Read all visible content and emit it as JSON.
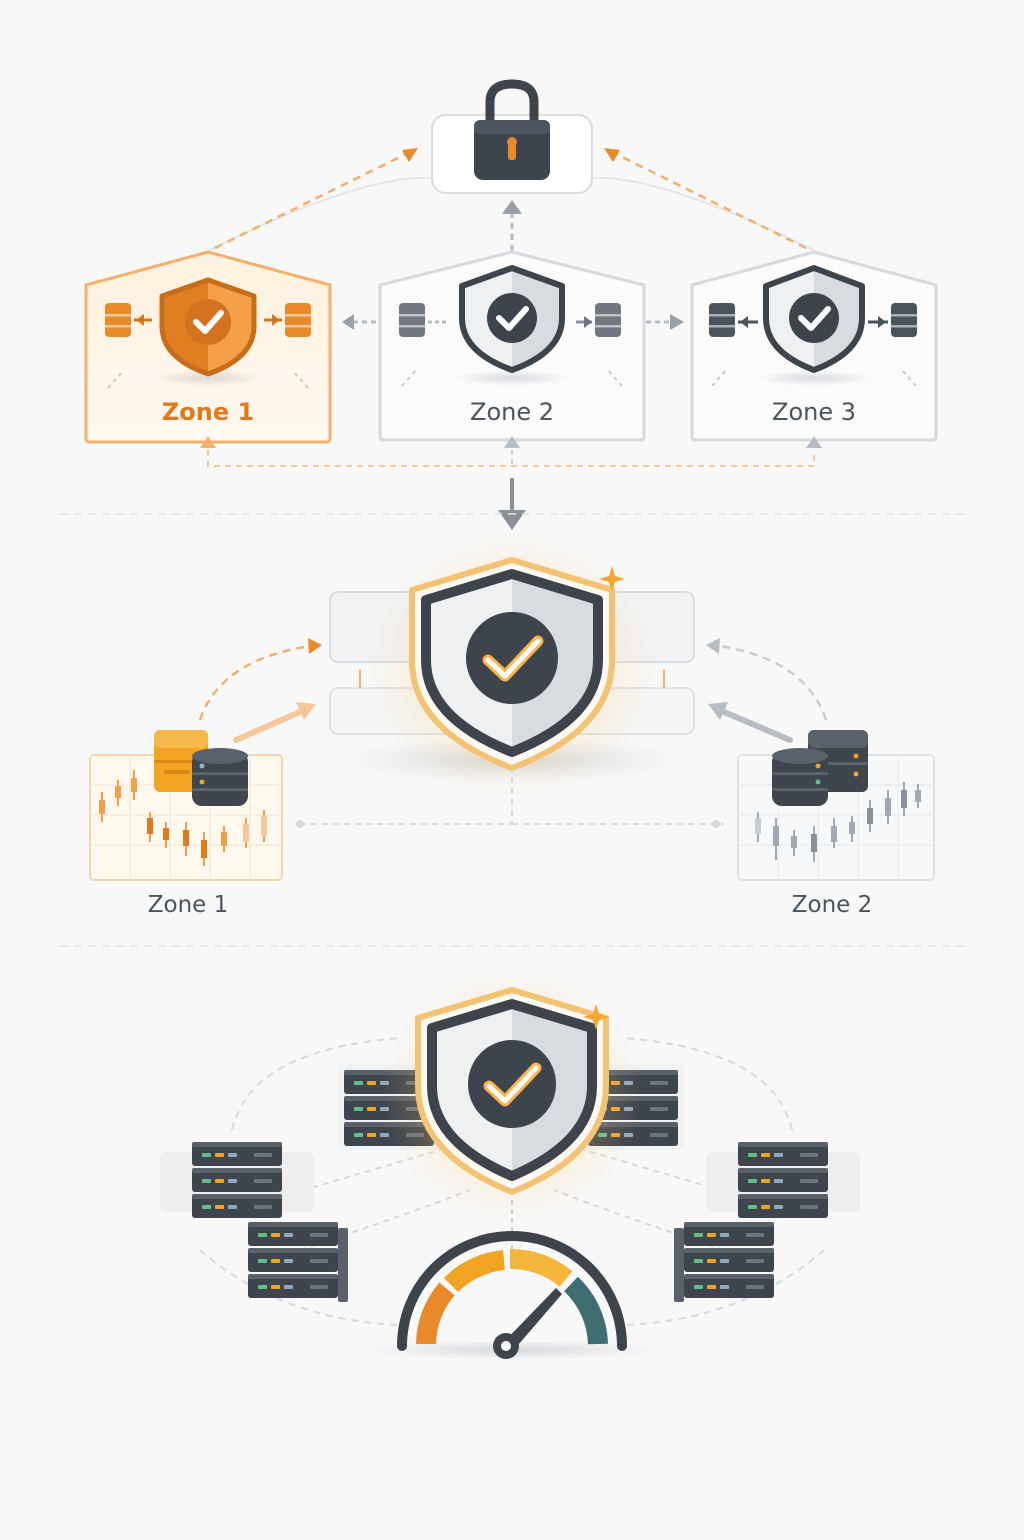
{
  "top_section": {
    "zones": [
      {
        "label": "Zone 1",
        "highlighted": true
      },
      {
        "label": "Zone 2",
        "highlighted": false
      },
      {
        "label": "Zone 3",
        "highlighted": false
      }
    ]
  },
  "middle_section": {
    "zones": [
      {
        "label": "Zone 1",
        "highlighted": true
      },
      {
        "label": "Zone 2",
        "highlighted": false
      }
    ]
  },
  "bottom_section": {
    "gauge_segments": [
      "orange",
      "amber",
      "teal"
    ]
  },
  "colors": {
    "accent": "#e8892a",
    "accent_light": "#f6b463",
    "dark": "#3d444c",
    "mid": "#8a9098",
    "line": "#c9ccd1",
    "teal": "#3f6e70",
    "amber": "#f0a422"
  },
  "icons": [
    "lock-icon",
    "shield-check-icon",
    "database-icon",
    "server-rack-icon",
    "candlestick-chart-icon",
    "speed-gauge-icon"
  ]
}
